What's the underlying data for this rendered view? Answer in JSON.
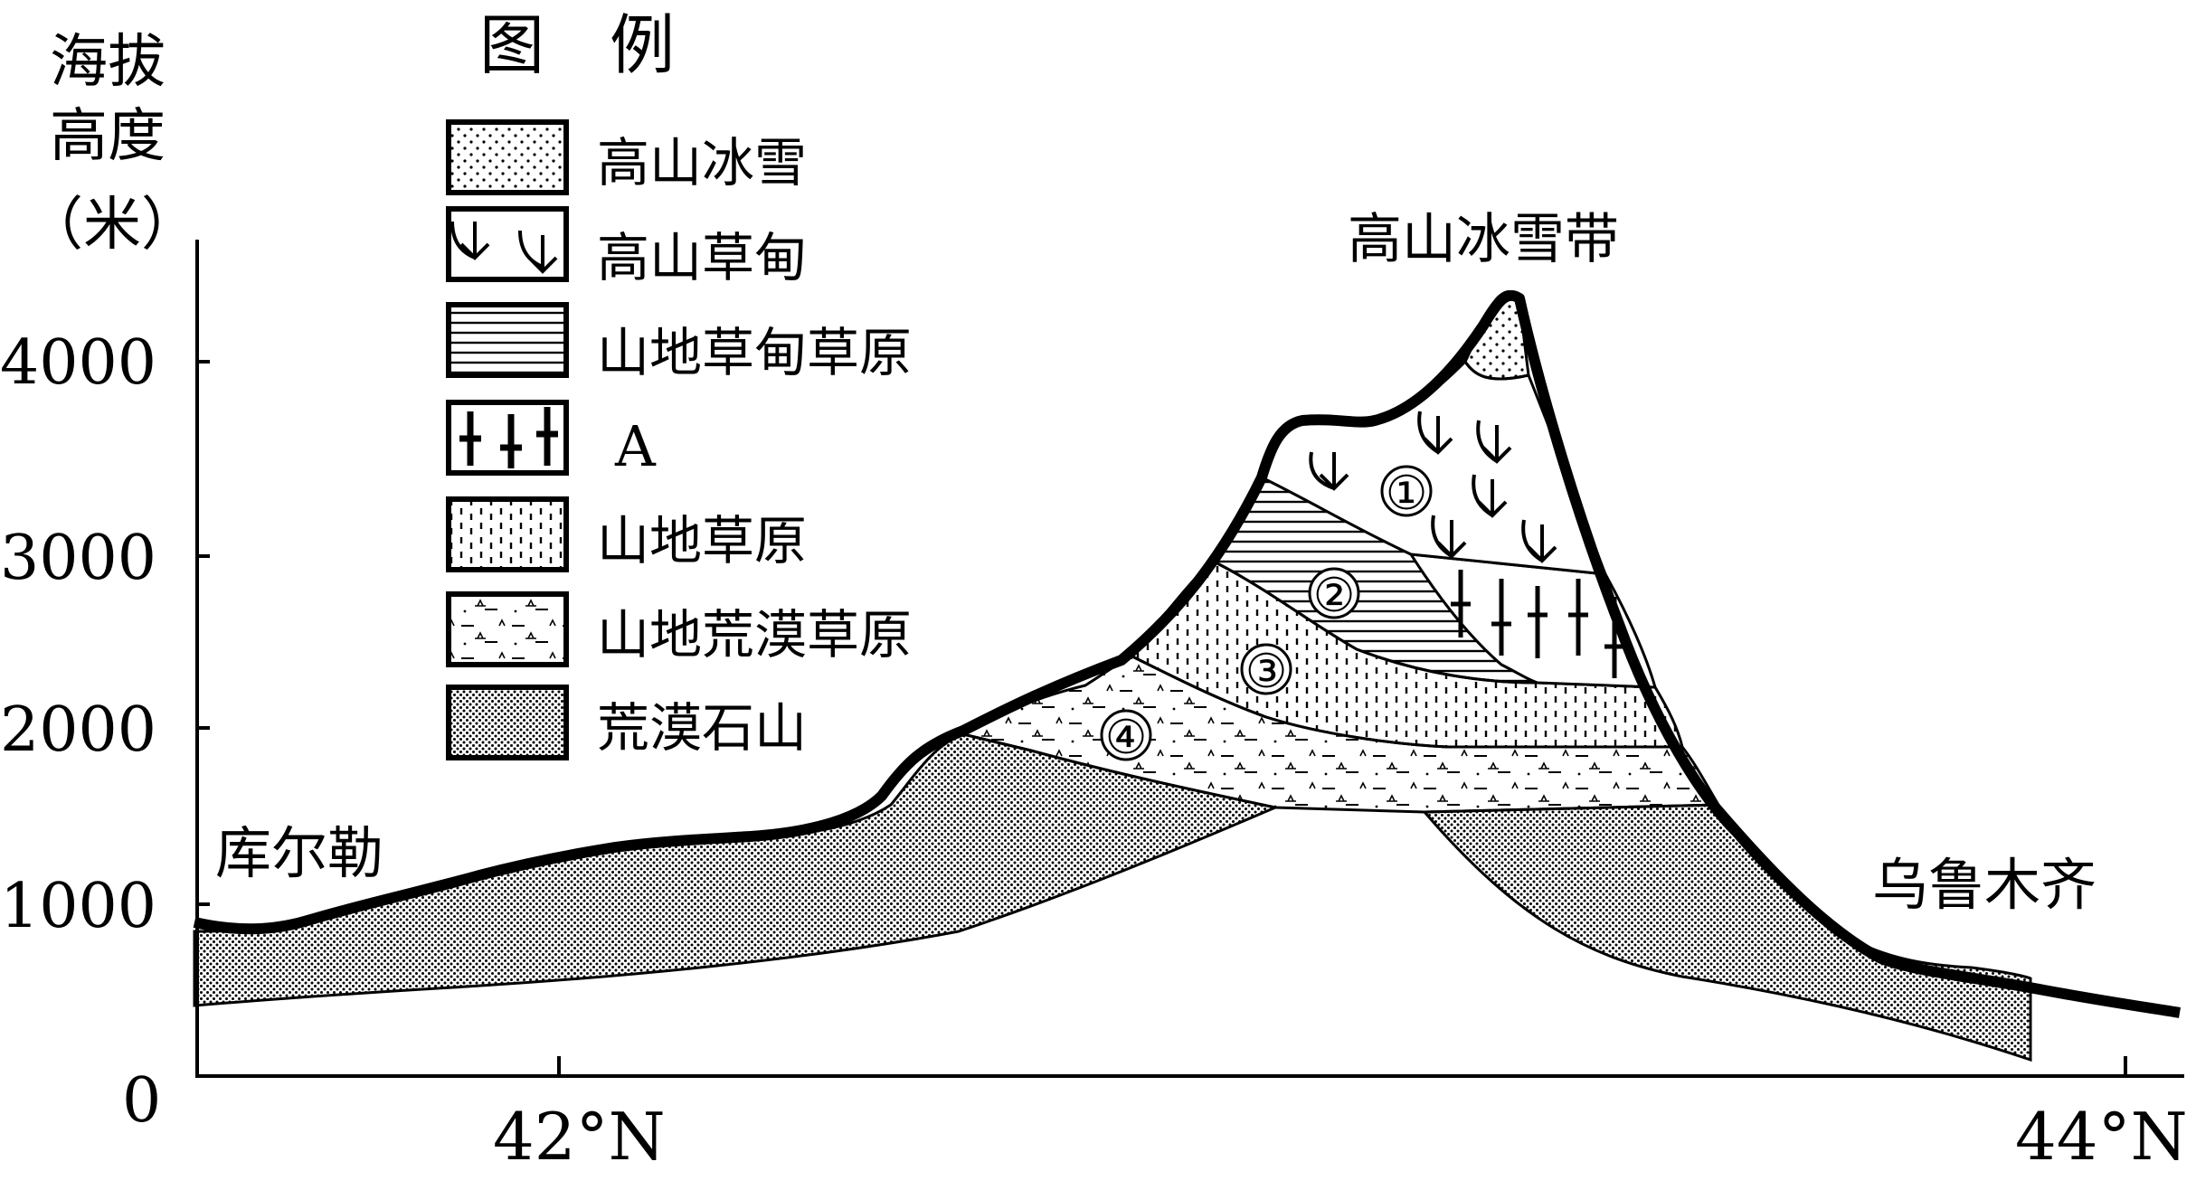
{
  "y_axis": {
    "title_line1": "海拔",
    "title_line2": "高度",
    "title_line3": "（米）",
    "ticks": [
      "4000",
      "3000",
      "2000",
      "1000"
    ],
    "origin": "0"
  },
  "x_axis": {
    "ticks": [
      "42°N",
      "44°N"
    ]
  },
  "legend": {
    "title": "图　例",
    "items": [
      {
        "pattern": "dots-sparse",
        "label": "高山冰雪"
      },
      {
        "pattern": "grass-arrows",
        "label": "高山草甸"
      },
      {
        "pattern": "horizontal-lines",
        "label": "山地草甸草原"
      },
      {
        "pattern": "crosses",
        "label": "A"
      },
      {
        "pattern": "dashes",
        "label": "山地草原"
      },
      {
        "pattern": "desert-grass",
        "label": "山地荒漠草原"
      },
      {
        "pattern": "dense-dots",
        "label": "荒漠石山"
      }
    ]
  },
  "places": {
    "left": "库尔勒",
    "right": "乌鲁木齐",
    "peak": "高山冰雪带"
  },
  "zones": {
    "z1": "①",
    "z2": "②",
    "z3": "③",
    "z4": "④"
  },
  "colors": {
    "ink": "#000000",
    "paper": "#ffffff"
  }
}
